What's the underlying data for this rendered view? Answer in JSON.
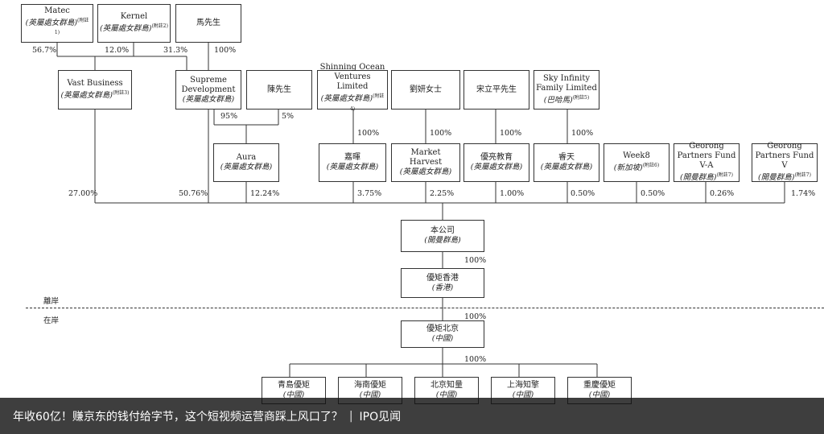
{
  "nodes": {
    "matec": {
      "name": "Matec",
      "sub": "(英屬處女群島)",
      "note": "(附註1)"
    },
    "kernel": {
      "name": "Kernel",
      "sub": "(英屬處女群島)",
      "note": "(附註2)"
    },
    "ma": {
      "name": "馬先生"
    },
    "vast": {
      "name": "Vast Business",
      "sub": "(英屬處女群島)",
      "note": "(附註3)"
    },
    "supreme": {
      "name": "Supreme Development",
      "sub": "(英屬處女群島)"
    },
    "chen": {
      "name": "陳先生"
    },
    "shining": {
      "name": "Shinning Ocean Ventures Limited",
      "sub": "(英屬處女群島)",
      "note": "(附註4)"
    },
    "liu": {
      "name": "劉妍女士"
    },
    "song": {
      "name": "宋立平先生"
    },
    "sky": {
      "name": "Sky Infinity Family Limited",
      "sub": "(巴哈馬)",
      "note": "(附註5)"
    },
    "aura": {
      "name": "Aura",
      "sub": "(英屬處女群島)"
    },
    "jiahui": {
      "name": "嘉暉",
      "sub": "(英屬處女群島)"
    },
    "market": {
      "name": "Market Harvest",
      "sub": "(英屬處女群島)"
    },
    "education": {
      "name": "優亮教育",
      "sub": "(英屬處女群島)"
    },
    "ruitian": {
      "name": "睿天",
      "sub": "(英屬處女群島)"
    },
    "week8": {
      "name": "Week8",
      "sub": "(新加坡)",
      "note": "(附註6)"
    },
    "geo_a": {
      "name": "Georong Partners Fund V-A",
      "sub": "(開曼群島)",
      "note": "(附註7)"
    },
    "geo_v": {
      "name": "Georong Partners Fund V",
      "sub": "(開曼群島)",
      "note": "(附註7)"
    },
    "company": {
      "name": "本公司",
      "sub": "(開曼群島)"
    },
    "hk": {
      "name": "優矩香港",
      "sub": "(香港)"
    },
    "beijing": {
      "name": "優矩北京",
      "sub": "(中國)"
    },
    "qingdao": {
      "name": "青島優矩",
      "sub": "(中國)"
    },
    "hainan": {
      "name": "海南優矩",
      "sub": "(中國)"
    },
    "bjzhiliang": {
      "name": "北京知量",
      "sub": "(中國)"
    },
    "shanghai": {
      "name": "上海知擎",
      "sub": "(中國)"
    },
    "chongqing": {
      "name": "重慶優矩",
      "sub": "(中國)"
    }
  },
  "percentages": {
    "matec_vast": "56.7%",
    "kernel_vast": "12.0%",
    "kernel_supreme": "31.3%",
    "ma_supreme": "100%",
    "supreme_aura": "95%",
    "chen_aura": "5%",
    "shining_jiahui": "100%",
    "liu_market": "100%",
    "song_education": "100%",
    "sky_ruitian": "100%",
    "vast_company": "27.00%",
    "supreme_company": "50.76%",
    "aura_company": "12.24%",
    "jiahui_company": "3.75%",
    "market_company": "2.25%",
    "education_company": "1.00%",
    "ruitian_company": "0.50%",
    "week8_company": "0.50%",
    "geo_a_company": "0.26%",
    "geo_v_company": "1.74%",
    "company_hk": "100%",
    "hk_beijing": "100%",
    "beijing_subs": "100%"
  },
  "sides": {
    "offshore": "離岸",
    "onshore": "在岸"
  },
  "caption": {
    "headline": "年收60亿！赚京东的钱付给字节，这个短视频运营商踩上风口了？",
    "source": "IPO见闻"
  }
}
